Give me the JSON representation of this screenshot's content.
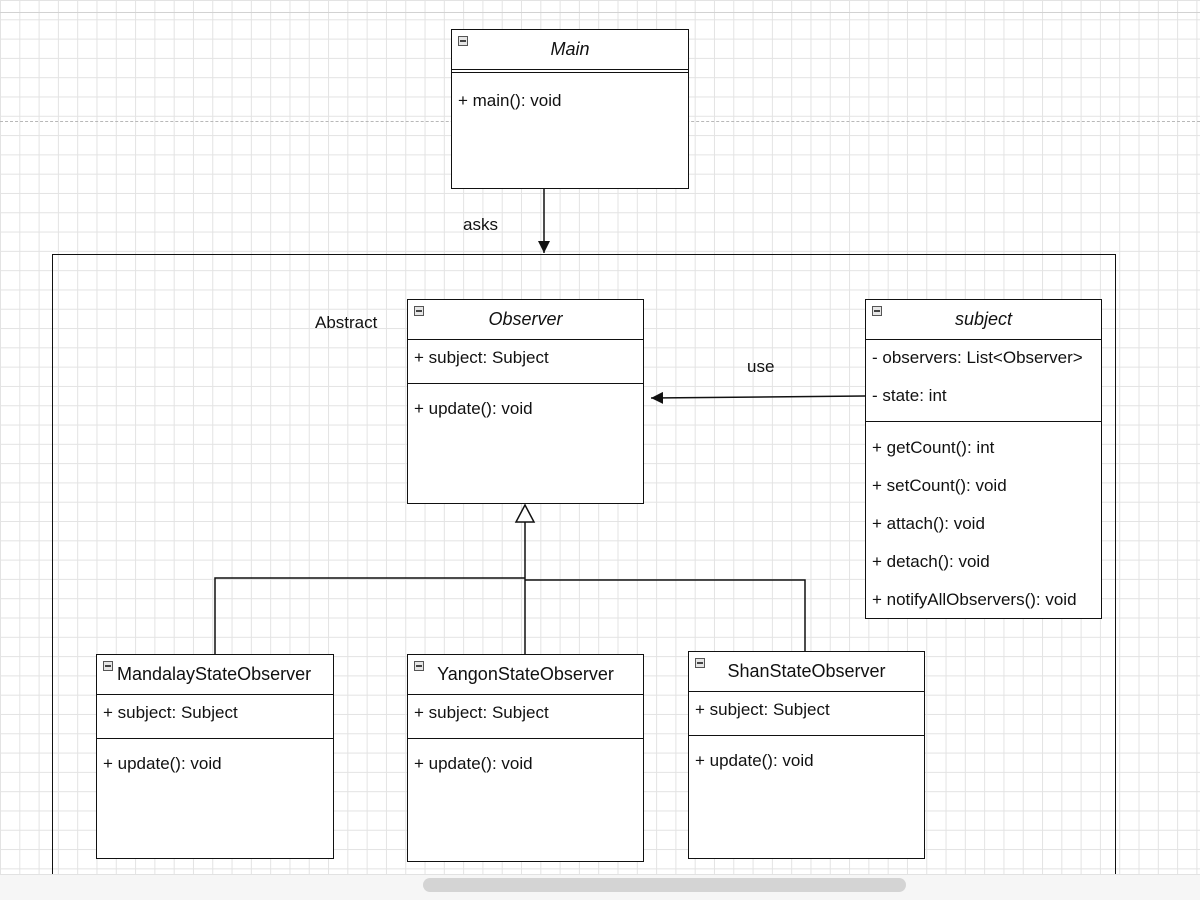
{
  "classes": {
    "main": {
      "name": "Main",
      "methods": [
        "+ main(): void"
      ]
    },
    "observer": {
      "stereotype": "Abstract",
      "name": "Observer",
      "attributes": [
        "+ subject: Subject"
      ],
      "methods": [
        "+ update(): void"
      ]
    },
    "subject": {
      "name": "subject",
      "attributes": [
        "- observers: List<Observer>",
        "- state: int"
      ],
      "methods": [
        "+ getCount(): int",
        "+ setCount(): void",
        "+ attach(): void",
        "+ detach(): void",
        "+ notifyAllObservers(): void"
      ]
    },
    "mandalay": {
      "name": "MandalayStateObserver",
      "attributes": [
        "+ subject: Subject"
      ],
      "methods": [
        "+ update(): void"
      ]
    },
    "yangon": {
      "name": "YangonStateObserver",
      "attributes": [
        "+ subject: Subject"
      ],
      "methods": [
        "+ update(): void"
      ]
    },
    "shan": {
      "name": "ShanStateObserver",
      "attributes": [
        "+ subject: Subject"
      ],
      "methods": [
        "+ update(): void"
      ]
    }
  },
  "relations": {
    "main_to_frame": "asks",
    "subject_to_observer": "use"
  },
  "icons": {
    "collapse": "collapse-icon"
  },
  "colors": {
    "line": "#111111",
    "grid": "#e3e3e3",
    "background": "#ffffff"
  }
}
